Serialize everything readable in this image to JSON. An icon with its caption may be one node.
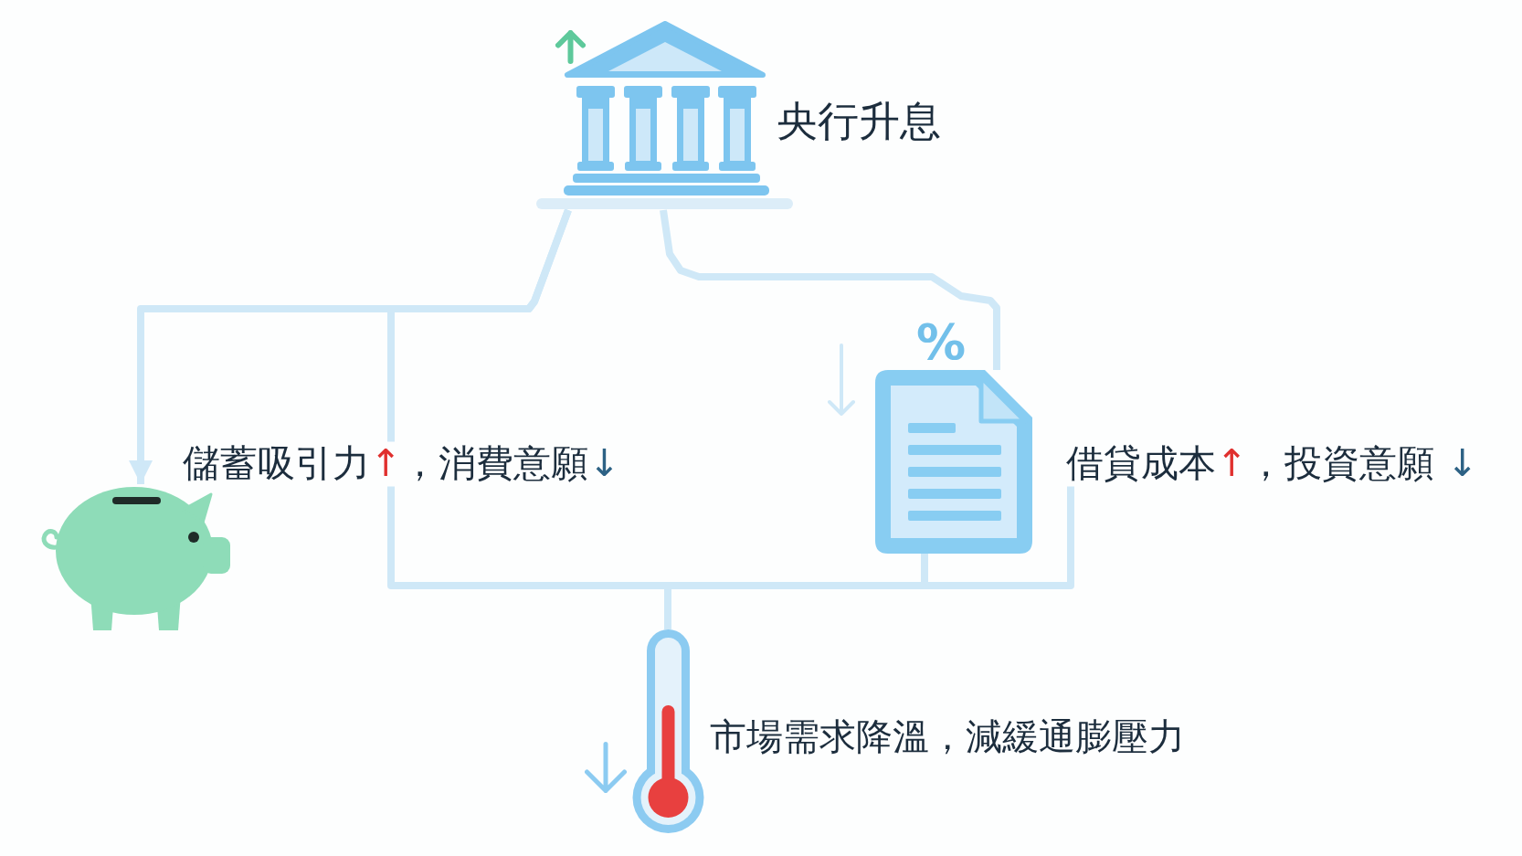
{
  "diagram": {
    "nodes": [
      {
        "text": [],
        "shape": "picture",
        "beside": [
          "央行升息"
        ]
      },
      {
        "text": [],
        "shape": "picture"
      },
      {
        "text": [
          "儲蓄吸引力↑，消費意願↓"
        ]
      },
      {
        "text": [],
        "shape": "picture"
      },
      {
        "text": [
          "借貸成本↑，投資意願 ↓"
        ]
      },
      {
        "text": [],
        "shape": "picture",
        "beside": [
          "市場需求降溫，減緩通膨壓力"
        ]
      }
    ],
    "edges": [
      {
        "from": 0,
        "to": 1,
        "arrow": "to"
      },
      {
        "from": 0,
        "to": 2,
        "arrow": "none"
      },
      {
        "from": 2,
        "to": 5,
        "arrow": "none"
      },
      {
        "from": 0,
        "to": 3,
        "arrow": "none"
      },
      {
        "from": 3,
        "to": 5,
        "arrow": "none"
      },
      {
        "from": 4,
        "to": 5,
        "arrow": "none"
      }
    ],
    "labels": [
      "%"
    ]
  }
}
